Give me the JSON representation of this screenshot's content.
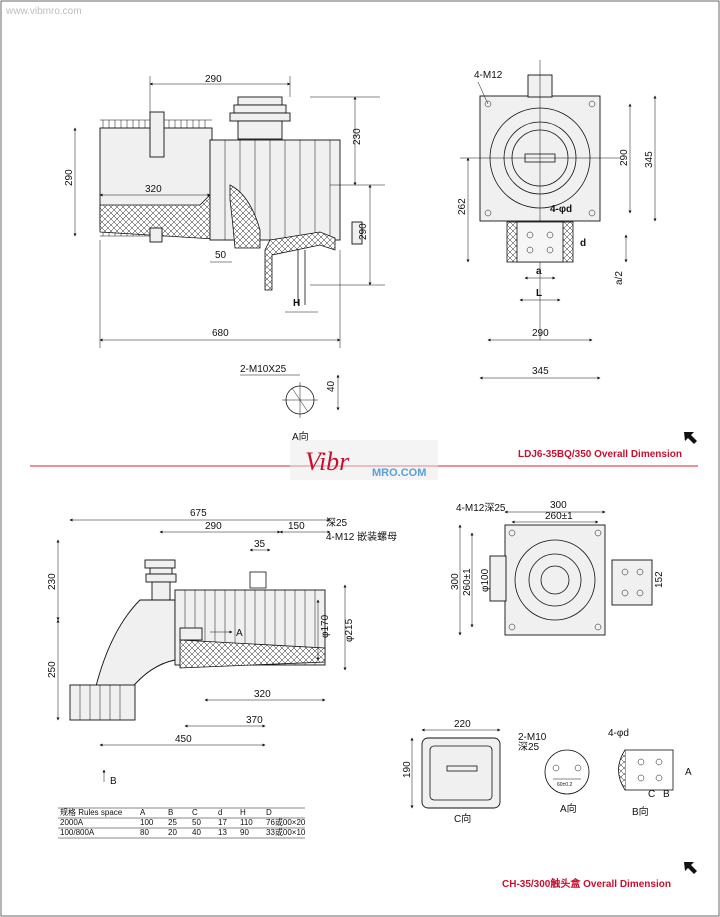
{
  "watermark_url": "www.vibmro.com",
  "logo": {
    "script": "Vibr",
    "dotcom": "MRO.COM"
  },
  "top": {
    "title": "LDJ6-35BQ/350 Overall Dimension",
    "dims": {
      "d290_top": "290",
      "d230": "230",
      "d290_right": "290",
      "d290_left": "290",
      "d320": "320",
      "d50": "50",
      "dH": "H",
      "d680": "680"
    },
    "detail": {
      "label": "2-M10X25",
      "d40": "40",
      "view": "A向"
    },
    "end": {
      "m12": "4-M12",
      "d290": "290",
      "d345v": "345",
      "d262": "262",
      "hole": "4-φd",
      "d": "d",
      "a2": "a/2",
      "a": "a",
      "L": "L",
      "d290h": "290",
      "d345h": "345"
    }
  },
  "bottom": {
    "title": "CH-35/300触头盒 Overall Dimension",
    "dims": {
      "d675": "675",
      "d290": "290",
      "d150": "150",
      "deep25": "深25",
      "m12": "4-M12 嵌装螺母",
      "d35": "35",
      "A": "A",
      "d230": "230",
      "d250": "250",
      "phi170": "φ170",
      "phi215": "φ215",
      "d320": "320",
      "d370": "370",
      "d450": "450",
      "B": "B"
    },
    "end": {
      "m12": "4-M12深25",
      "d300": "300",
      "d260": "260±1",
      "d300v": "300",
      "d260v": "260±1",
      "phi100": "φ100",
      "d152": "152"
    },
    "cview": {
      "d220": "220",
      "d190": "190",
      "label": "C向"
    },
    "aview": {
      "m10": "2-M10",
      "deep": "深25",
      "label": "A向",
      "ins": "60±0.2"
    },
    "bview": {
      "hole": "4-φd",
      "label": "B向",
      "C": "C",
      "B": "B",
      "A": "A"
    }
  },
  "table": {
    "headers": [
      "规格 Rules space",
      "A",
      "B",
      "C",
      "d",
      "H",
      "D"
    ],
    "rows": [
      [
        "2000A",
        "100",
        "25",
        "50",
        "17",
        "110",
        "76或00×20"
      ],
      [
        "100/800A",
        "80",
        "20",
        "40",
        "13",
        "90",
        "33或00×10"
      ]
    ]
  }
}
